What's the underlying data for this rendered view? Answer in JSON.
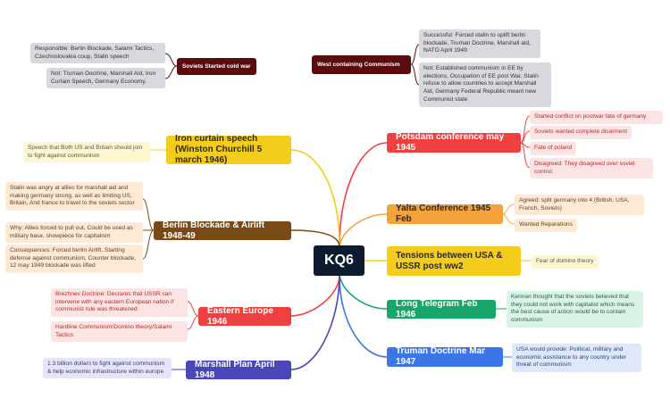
{
  "central": "KQ6",
  "soviets": {
    "label": "Soviets Started cold war",
    "responsible": "Responsible: Berlin Blockade, Salami Tactics, Czechoslovakia coup, Stalin speech",
    "not": "Not: Truman Doctrine, Marshall Aid, Iron Curtain Speech, Germany Economy."
  },
  "west": {
    "label": "West containing Communism",
    "successful": "Successful: Forced stalin to uplift berlin blockade, Truman Doctrine, Marshall aid, NATO April 1949",
    "not": "Not: Established communism in EE by elections, Occupation of EE post War, Stalin refuse to allow countries to accept Marshall Aid, Germany Federal Republic meant new Communist state"
  },
  "iron_curtain": {
    "label": "Iron curtain speech (Winston Churchill 5 march 1946)",
    "note": "Speech that Both US and Britain should join to fight against communism"
  },
  "berlin": {
    "label": "Berlin Blockade & Airlift 1948-49",
    "notes": [
      "Stalin was angry at allies for marshall aid and making germany strong, as well as limiting US, Britain, And france to travel to the soviets sector",
      "Why: Allies forced to pull out, Could be used as military base, showpiece for capitalism",
      "Consequences: Forced berlin Airlift, Starting defense against communism, Counter blockade, 12 may 1949 blockade was lifted"
    ]
  },
  "eastern": {
    "label": "Eastern Europe 1946",
    "notes": [
      "Brezhnev Doctrine: Decrares that USSR can intervene with any eastern European nation if communist rule was threatened",
      "Hardline Communism/Domino theory/Salami Tactics"
    ]
  },
  "marshall": {
    "label": "Marshall Plan April 1948",
    "note": "1.3 billion dollars to fight against communism & help economic infrastructure within europe"
  },
  "potsdam": {
    "label": "Potsdam conference may 1945",
    "notes": [
      "Started conflict on postwar fate of germany",
      "Soviets wanted complete disarment",
      "Fate of poland",
      "Disagreed: They disagreed over soviet control."
    ]
  },
  "yalta": {
    "label": "Yalta Conference 1945 Feb",
    "notes": [
      "Agreed: split germany into 4 (British, USA, French, Soviets)",
      "Wanted Reparations"
    ]
  },
  "tensions": {
    "label": "Tensions between USA & USSR post ww2",
    "note": "Fear of domino theory"
  },
  "telegram": {
    "label": "Long Telegram Feb 1946",
    "note": "Kennan thought that the soviets believed that they could not work with capitalist which means the best cause of action would be to contain communism"
  },
  "truman": {
    "label": "Truman Doctrine Mar 1947",
    "note": "USA would provide: Political, military and economic assistance to any country under threat of communism"
  },
  "colors": {
    "central": "#0d1b2e",
    "red": "#ef4040",
    "orange": "#f4a23c",
    "yellow": "#f4cc1c",
    "green": "#16a66a",
    "blue": "#3d74e8",
    "brown": "#7a4a16",
    "indigo": "#4a47b8",
    "maroon": "#5a0c0c"
  }
}
